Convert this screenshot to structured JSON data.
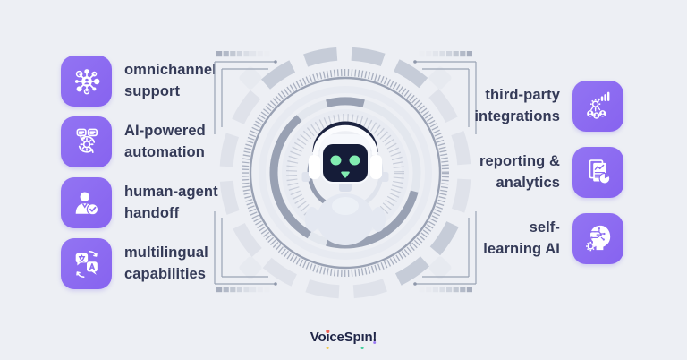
{
  "colors": {
    "background": "#edeff4",
    "accent_purple": "#8b6bf1",
    "label_text": "#343a57",
    "logo_navy": "#1f2547",
    "robot_face": "#151c38",
    "robot_eyes": "#82edb1",
    "logo_dot_coral": "#ee6156",
    "logo_dot_yellow": "#f2c84f",
    "logo_dot_teal": "#43cf9c",
    "logo_dot_purple": "#9b7bf4"
  },
  "left_features": [
    {
      "line1": "omnichannel",
      "line2": "support",
      "icon": "omnichannel-network-icon"
    },
    {
      "line1": "AI-powered",
      "line2": "automation",
      "icon": "automation-gear-icon"
    },
    {
      "line1": "human-agent",
      "line2": "handoff",
      "icon": "human-agent-check-icon"
    },
    {
      "line1": "multilingual",
      "line2": "capabilities",
      "icon": "translation-icon"
    }
  ],
  "right_features": [
    {
      "line1": "third-party",
      "line2": "integrations",
      "icon": "integrations-chart-icon"
    },
    {
      "line1": "reporting &",
      "line2": "analytics",
      "icon": "reporting-analytics-icon"
    },
    {
      "line1": "self-",
      "line2": "learning AI",
      "icon": "ai-head-icon"
    }
  ],
  "logo": {
    "part1": "Vo",
    "i1": "ı",
    "part2": "ceSp",
    "i2": "ı",
    "part3": "n",
    "exclamation": "!"
  }
}
